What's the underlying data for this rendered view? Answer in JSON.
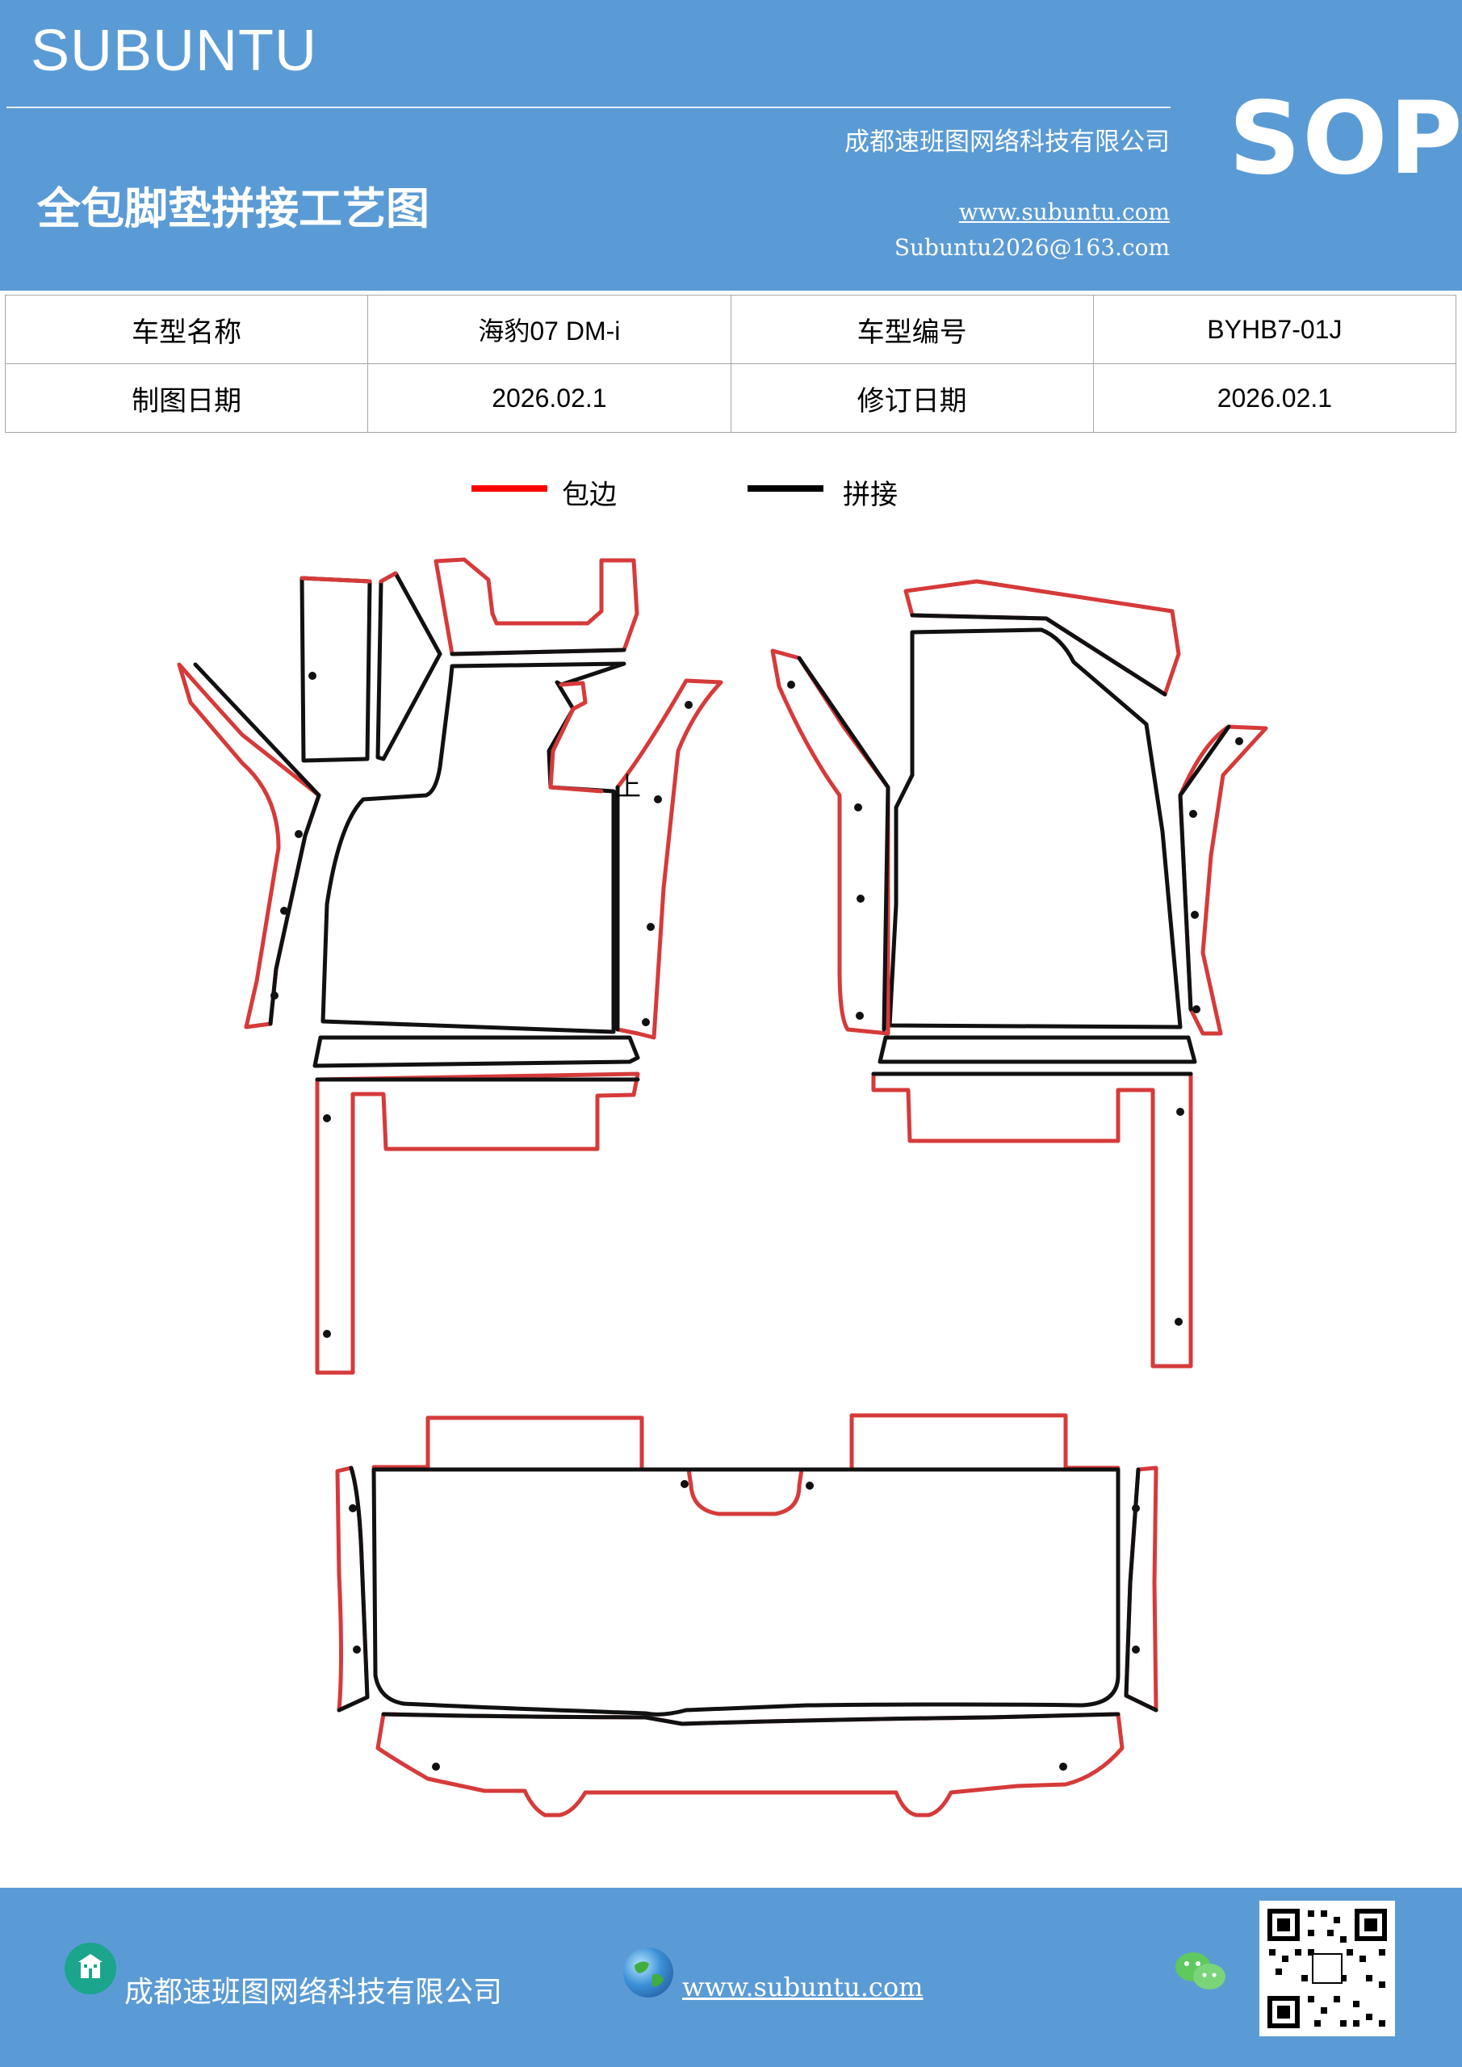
{
  "header": {
    "brand": "SUBUNTU",
    "company": "成都速班图网络科技有限公司",
    "title": "全包脚垫拼接工艺图",
    "url": "www.subuntu.com",
    "email": "Subuntu2026@163.com",
    "badge": "SOP"
  },
  "info_table": {
    "rows": [
      [
        {
          "label": "车型名称",
          "value": "海豹07  DM-i"
        },
        {
          "label": "车型编号",
          "value": "BYHB7-01J"
        }
      ],
      [
        {
          "label": "制图日期",
          "value": "2026.02.1"
        },
        {
          "label": "修订日期",
          "value": "2026.02.1"
        }
      ]
    ]
  },
  "legend": {
    "items": [
      {
        "label": "包边",
        "color": "#ff0000"
      },
      {
        "label": "拼接",
        "color": "#000000"
      }
    ]
  },
  "drawing": {
    "marker_text": "上",
    "colors": {
      "edge": "#d63a3a",
      "seam": "#111111"
    }
  },
  "footer": {
    "company": "成都速班图网络科技有限公司",
    "url": "www.subuntu.com",
    "icons": [
      "building-icon",
      "globe-icon",
      "wechat-icon",
      "qr-code"
    ]
  },
  "colors": {
    "header_bg": "#5b9bd5",
    "footer_bg": "#5b9bd5"
  }
}
